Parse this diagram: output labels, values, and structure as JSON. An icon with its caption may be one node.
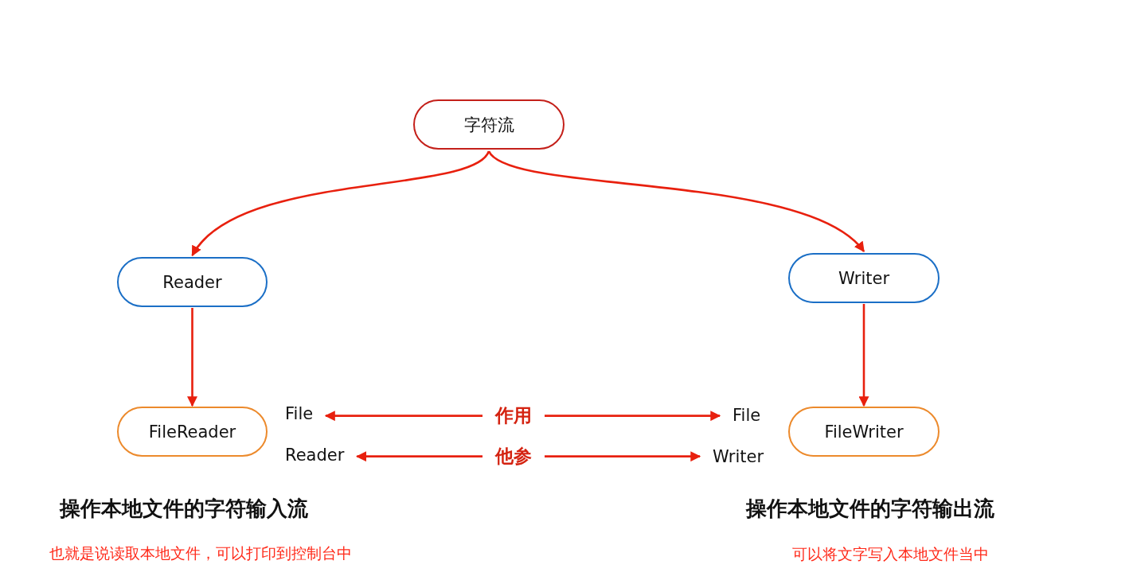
{
  "diagram": {
    "nodes": [
      {
        "text": [
          "字符流"
        ]
      },
      {
        "text": [
          "Reader"
        ]
      },
      {
        "text": [
          "Writer"
        ]
      },
      {
        "text": [
          "FileReader"
        ]
      },
      {
        "text": [
          "File"
        ]
      },
      {
        "text": [
          "作用"
        ]
      },
      {
        "text": [
          "File"
        ]
      },
      {
        "text": [
          "FileWriter"
        ]
      },
      {
        "text": [
          "Reader"
        ]
      },
      {
        "text": [
          "他参"
        ]
      },
      {
        "text": [
          "Writer"
        ]
      }
    ],
    "edges": [
      {
        "from": 0,
        "to": 1,
        "arrow": "to"
      },
      {
        "from": 0,
        "to": 2,
        "arrow": "to"
      },
      {
        "from": 1,
        "to": 3,
        "arrow": "to"
      },
      {
        "from": 2,
        "to": 7,
        "arrow": "to"
      },
      {
        "from": 5,
        "to": 4,
        "arrow": "to"
      },
      {
        "from": 5,
        "to": 6,
        "arrow": "to"
      },
      {
        "from": 9,
        "to": 8,
        "arrow": "to"
      },
      {
        "from": 9,
        "to": 10,
        "arrow": "to"
      }
    ],
    "labels": [
      "操作**本地文件**的字符输入流",
      "操作**本地文件**的字符输出流",
      "也就是说读取本地文件，可以打印到控制台中",
      "可以将文字写入本地文件当中"
    ]
  }
}
